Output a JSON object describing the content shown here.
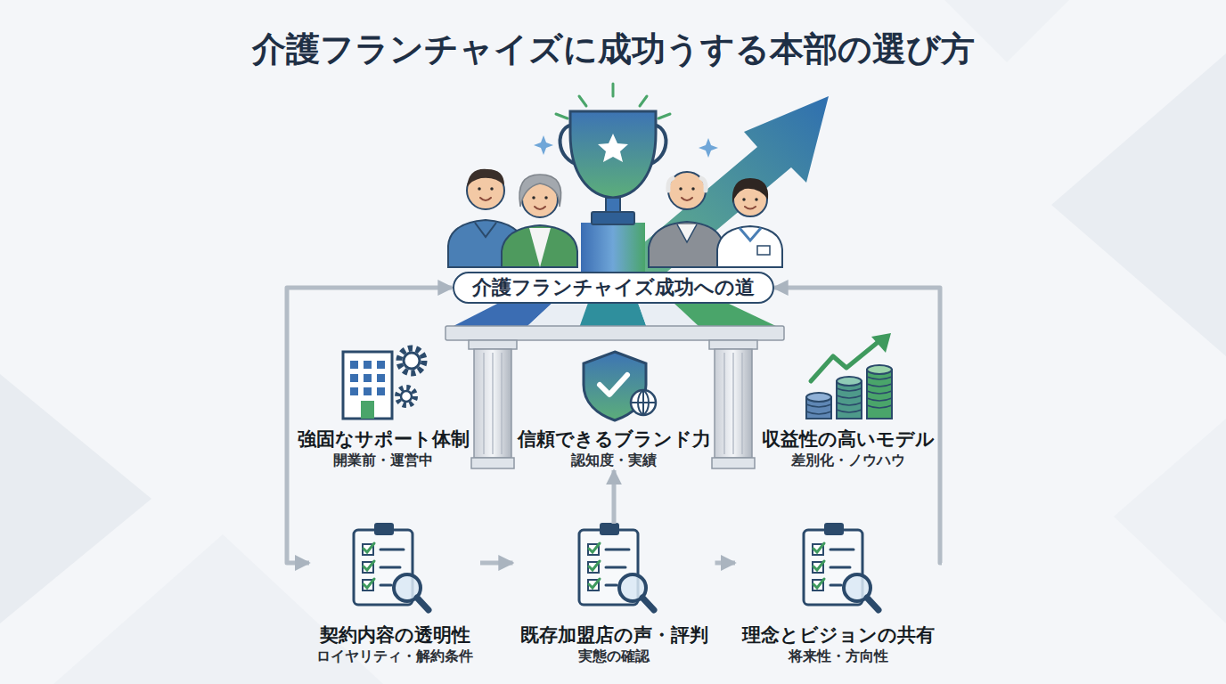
{
  "diagram": {
    "title": "介護フランチャイズに成功うする本部の選び方",
    "nodes": [
      {
        "text": [
          "介護フランチャイズ成功への道"
        ]
      },
      {
        "text": [
          "強固なサポート体制",
          "開業前・運営中"
        ]
      },
      {
        "text": [
          "信頼できるブランド力",
          "認知度・実績"
        ]
      },
      {
        "text": [
          "収益性の高いモデル",
          "差別化・ノウハウ"
        ]
      },
      {
        "text": [
          "契約内容の透明性",
          "ロイヤリティ・解約条件"
        ]
      },
      {
        "text": [
          "既存加盟店の声・評判",
          "実態の確認"
        ]
      },
      {
        "text": [
          "理念とビジョンの共有",
          "将来性・方向性"
        ]
      }
    ],
    "edges": [
      {
        "from": 4,
        "to": 5,
        "arrow": "to"
      },
      {
        "from": 5,
        "to": 6,
        "arrow": "to"
      },
      {
        "from": 5,
        "to": 2,
        "arrow": "to"
      },
      {
        "from": 6,
        "to": 0,
        "arrow": "to"
      },
      {
        "from": 0,
        "to": 4,
        "arrow": "both"
      }
    ]
  }
}
